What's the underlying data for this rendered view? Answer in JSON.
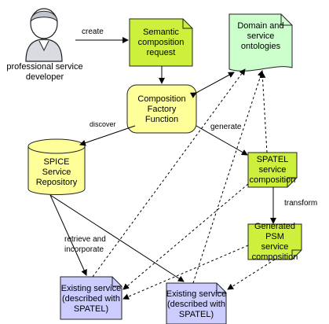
{
  "actor": {
    "line1": "professional service",
    "line2": "developer"
  },
  "nodes": {
    "semantic_request": {
      "line1": "Semantic",
      "line2": "composition",
      "line3": "request"
    },
    "ontologies": {
      "line1": "Domain and",
      "line2": "service",
      "line3": "ontologies"
    },
    "factory": {
      "line1": "Composition",
      "line2": "Factory",
      "line3": "Function"
    },
    "repository": {
      "line1": "SPICE",
      "line2": "Service",
      "line3": "Repository"
    },
    "spatel": {
      "line1": "SPATEL",
      "line2": "service",
      "line3": "composition"
    },
    "psm": {
      "line1": "Generated PSM",
      "line2": "service",
      "line3": "composition"
    },
    "existing1": {
      "line1": "Existing service",
      "line2": "(described with",
      "line3": "SPATEL)"
    },
    "existing2": {
      "line1": "Existing service",
      "line2": "(described with",
      "line3": "SPATEL)"
    }
  },
  "edge_labels": {
    "create": "create",
    "discover": "discover",
    "generate": "generate",
    "transform": "transform",
    "retrieve_line1": "retrieve and",
    "retrieve_line2": "incorporate"
  },
  "colors": {
    "green": "#ccf03c",
    "light_green": "#ccffcc",
    "yellow": "#ffff99",
    "lilac": "#ccccff",
    "actor_gray": "#c0c4cc"
  }
}
